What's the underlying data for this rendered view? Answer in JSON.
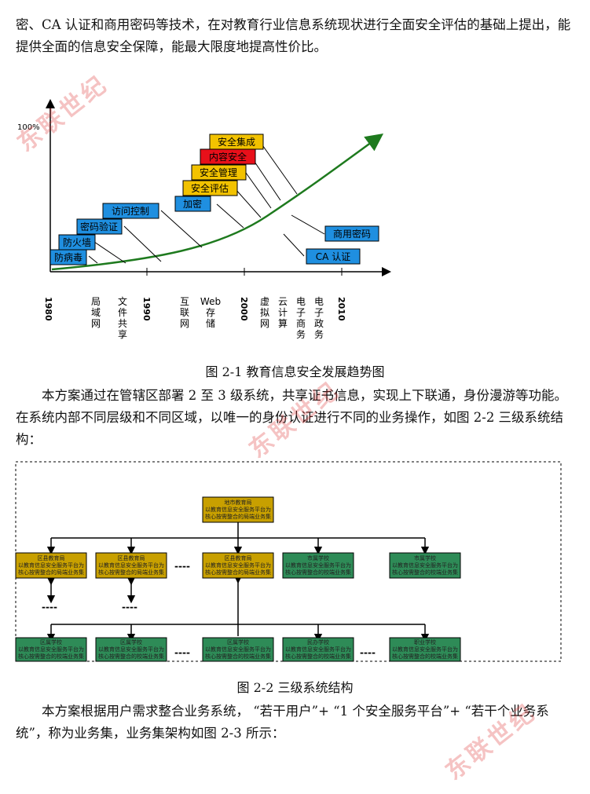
{
  "paragraphs": {
    "p1": "密、CA 认证和商用密码等技术，在对教育行业信息系统现状进行全面安全评估的基础上提出，能提供全面的信息安全保障，能最大限度地提高性价比。",
    "p2": "本方案通过在管辖区部署 2 至 3 级系统，共享证书信息，实现上下联通，身份漫游等功能。在系统内部不同层级和不同区域，以唯一的身份认证进行不同的业务操作，如图 2-2 三级系统结构：",
    "p3": "本方案根据用户需求整合业务系统， “若干用户”+ “1 个安全服务平台”+ “若干个业务系统”，称为业务集，业务集架构如图 2-3 所示："
  },
  "captions": {
    "fig1": "图 2-1 教育信息安全发展趋势图",
    "fig2": "图 2-2 三级系统结构"
  },
  "colors": {
    "blue": "#1f8fe0",
    "yellow": "#f2c200",
    "red": "#e8101a",
    "curve": "#1e7a1e",
    "brown": "#c8a000",
    "green": "#2e8b57"
  },
  "fig1": {
    "y_label": "100%",
    "years": [
      "1980",
      "1990",
      "2000",
      "2010"
    ],
    "techs": [
      "局域网",
      "文件共享",
      "互联网",
      "Web存储",
      "虚拟网",
      "云计算",
      "电子商务",
      "电子政务"
    ],
    "boxes": {
      "b1": "防病毒",
      "b2": "防火墙",
      "b3": "密码验证",
      "b4": "访问控制",
      "b5": "加密",
      "b6": "安全评估",
      "b7": "安全管理",
      "b8": "内容安全",
      "b9": "安全集成",
      "b10": "商用密码",
      "b11": "CA 认证"
    }
  },
  "fig2": {
    "top": {
      "title": "地市教育局",
      "line1": "以教育信息安全服务平台为",
      "line2": "核心按需整合的局端业务集"
    },
    "mid": [
      {
        "title": "区县教育局",
        "line1": "以教育信息安全服务平台为",
        "line2": "核心按需整合的局端业务集"
      },
      {
        "title": "区县教育局",
        "line1": "以教育信息安全服务平台为",
        "line2": "核心按需整合的局端业务集"
      },
      {
        "title": "区县教育局",
        "line1": "以教育信息安全服务平台为",
        "line2": "核心按需整合的局端业务集"
      },
      {
        "title": "市属学校",
        "line1": "以教育信息安全服务平台为",
        "line2": "核心按需整合的校端业务集"
      },
      {
        "title": "市属学校",
        "line1": "以教育信息安全服务平台为",
        "line2": "核心按需整合的校端业务集"
      }
    ],
    "bottom": [
      {
        "title": "区属学校",
        "line1": "以教育信息安全服务平台为",
        "line2": "核心按需整合的校端业务集"
      },
      {
        "title": "区属学校",
        "line1": "以教育信息安全服务平台为",
        "line2": "核心按需整合的校端业务集"
      },
      {
        "title": "区属学校",
        "line1": "以教育信息安全服务平台为",
        "line2": "核心按需整合的校端业务集"
      },
      {
        "title": "民办学校",
        "line1": "以教育信息安全服务平台为",
        "line2": "核心按需整合的校端业务集"
      },
      {
        "title": "职业学校",
        "line1": "以教育信息安全服务平台为",
        "line2": "核心按需整合的校端业务集"
      }
    ],
    "dashes": "----"
  },
  "watermark": "东联世纪"
}
